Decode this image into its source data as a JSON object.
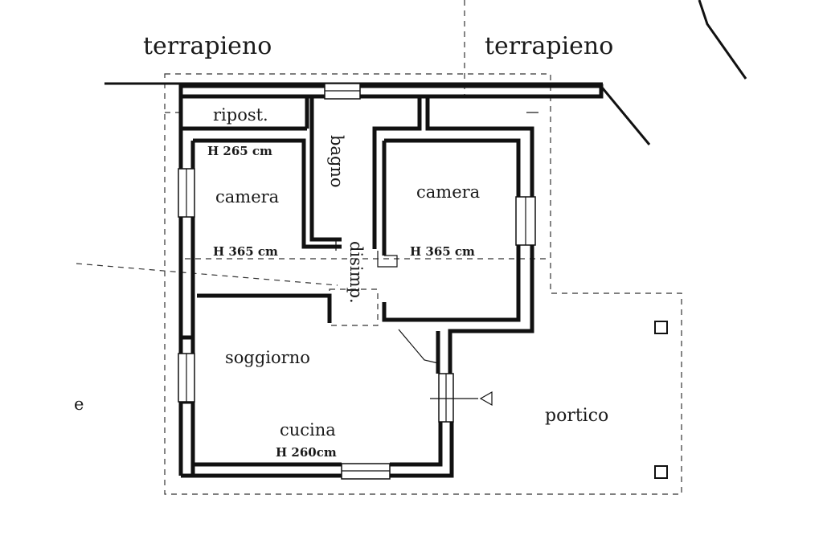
{
  "labels": {
    "terrapieno_left": "terrapieno",
    "terrapieno_right": "terrapieno",
    "ripost": "ripost.",
    "h265": "H 265 cm",
    "camera_left": "camera",
    "bagno": "bagno",
    "camera_right": "camera",
    "h365_left": "H 365 cm",
    "disimp": "disimp.",
    "h365_right": "H 365 cm",
    "soggiorno": "soggiorno",
    "cucina": "cucina",
    "h260": "H 260cm",
    "portico": "portico",
    "edge_mark": "e"
  },
  "colors": {
    "wall": "#111111",
    "background": "#ffffff",
    "text": "#1a1a1a"
  }
}
